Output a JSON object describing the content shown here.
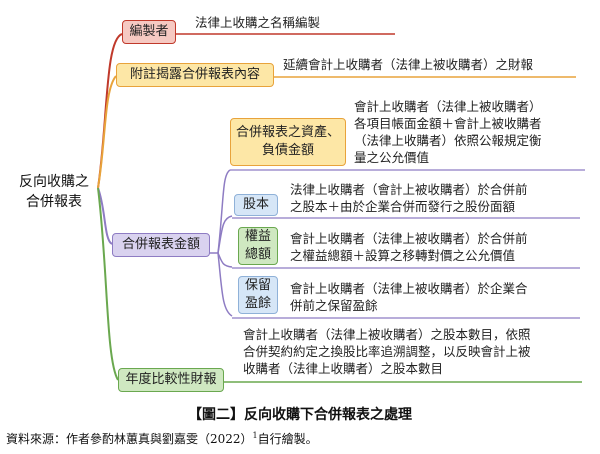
{
  "root_label": "反向收購之\n合併報表",
  "nodes": {
    "preparer": {
      "label": "編製者",
      "desc": "法律上收購之名稱編製"
    },
    "notes": {
      "label": "附註揭露合併報表內容",
      "desc": "延續會計上收購者（法律上被收購者）之財報"
    },
    "consolidated": {
      "label": "合併報表金額"
    },
    "assets": {
      "label": "合併報表之資產、\n負債金額",
      "desc": "會計上收購者（法律上被收購者）\n各項目帳面金額＋會計上被收購者\n（法律上收購者）依照公報規定衡\n量之公允價值"
    },
    "capital": {
      "label": "股本",
      "desc": "法律上收購者（會計上被收購者）於合併前\n之股本＋由於企業合併而發行之股份面額"
    },
    "equity": {
      "label": "權益\n總額",
      "desc": "會計上收購者（法律上被收購者）於合併前\n之權益總額＋設算之移轉對價之公允價值"
    },
    "retained": {
      "label": "保留\n盈餘",
      "desc": "會計上收購者（法律上被收購者）於企業合\n併前之保留盈餘"
    },
    "comparative": {
      "label": "年度比較性財報",
      "desc": "會計上收購者（法律上被收購者）之股本數目，依照\n合併契約約定之換股比率追溯調整，以反映會計上被\n收購者（法律上收購者）之股本數目"
    }
  },
  "caption": "【圖二】反向收購下合併報表之處理",
  "source": {
    "text": "資料來源：作者參酌林蕙真與劉嘉雯（2022）",
    "footnote": "1",
    "suffix": "自行繪製。"
  },
  "colors": {
    "red": "#c0392b",
    "red_fill": "#f6c9c2",
    "orange": "#e8a33b",
    "yellow_fill": "#fde7a6",
    "purple": "#8e7cc3",
    "purple_fill": "#d9d2ef",
    "green": "#6aa84f",
    "green_fill": "#cfe8c1",
    "blue_fill": "#d6e6f7",
    "blue_border": "#8fb1d8"
  }
}
